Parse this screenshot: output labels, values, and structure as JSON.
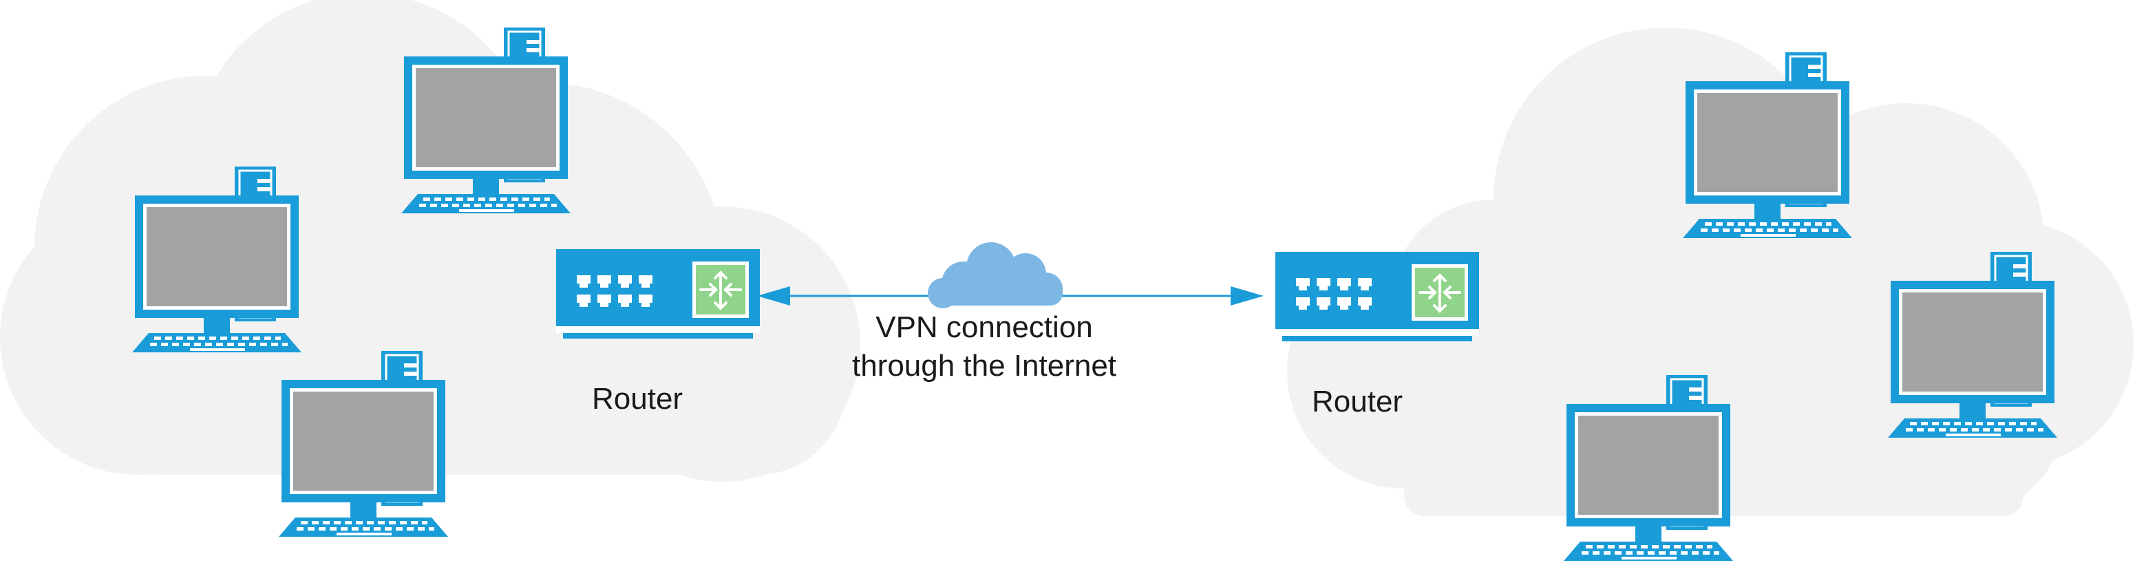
{
  "colors": {
    "network_cloud": "#f2f2f2",
    "device_blue": "#1a9cd8",
    "screen_gray": "#a3a3a3",
    "router_port_icon": "#8fd48a",
    "internet_cloud": "#7db7e3",
    "connection_line": "#1a9cd8"
  },
  "icons": {
    "computer": "desktop-computer-icon",
    "router": "router-icon",
    "internet": "internet-cloud-icon"
  },
  "left_network": {
    "router_label": "Router",
    "computer_count": 3
  },
  "right_network": {
    "router_label": "Router",
    "computer_count": 3
  },
  "connection": {
    "label_line1": "VPN connection",
    "label_line2": "through the Internet"
  }
}
